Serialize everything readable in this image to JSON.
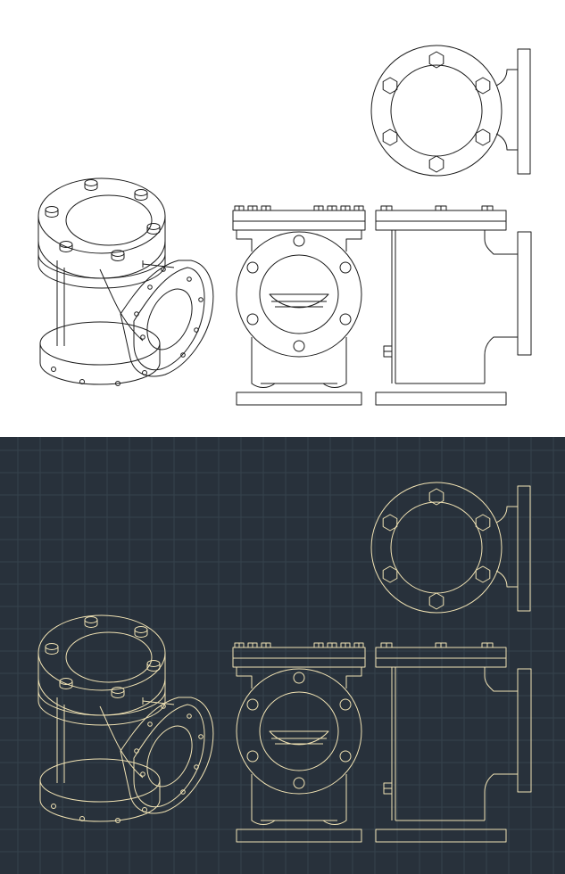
{
  "sheets": [
    {
      "id": "light",
      "theme": "white background, black line art",
      "background": "#ffffff",
      "line": "#1a1a1a"
    },
    {
      "id": "dark",
      "theme": "blueprint grid, cream line art",
      "background": "#28313b",
      "grid": "#36424d",
      "line": "#f1e3b4"
    }
  ],
  "views": [
    "isometric-view",
    "front-view",
    "side-view",
    "top-view"
  ]
}
